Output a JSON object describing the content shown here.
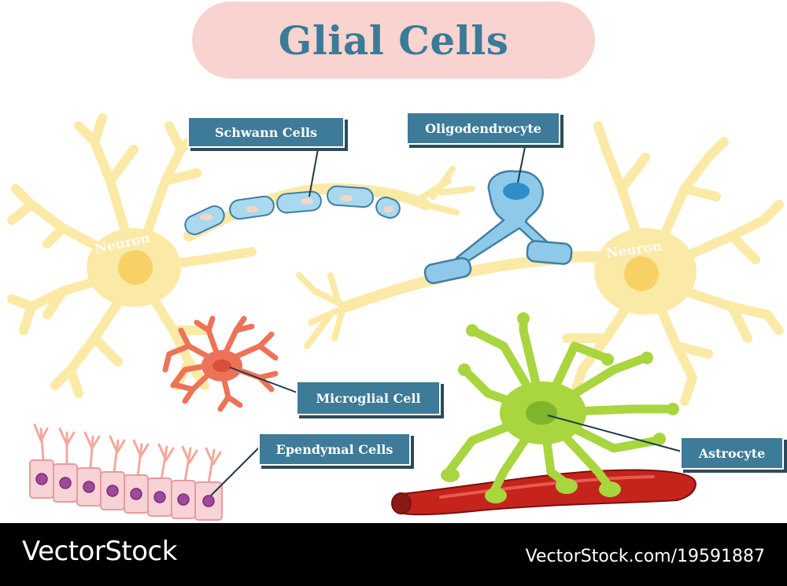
{
  "title": "Glial Cells",
  "labels": {
    "schwann": "Schwann Cells",
    "oligodendrocyte": "Oligodendrocyte",
    "microglial": "Microglial Cell",
    "ependymal": "Ependymal Cells",
    "astrocyte": "Astrocyte"
  },
  "neuron_labels": [
    "Neuron",
    "Neuron"
  ],
  "footer": {
    "brand": "VectorStock",
    "url": "VectorStock.com/19591887"
  },
  "colors": {
    "title_bg": "#f8d3cf",
    "title_text": "#3b7a98",
    "label_bg": "#3d7b98",
    "neuron": "#fbe9a6",
    "neuron_nucleus": "#f8d166",
    "schwann": "#a9d9ef",
    "oligodendrocyte": "#8ec9ea",
    "microglia": "#ec7358",
    "astrocyte": "#a9d53e",
    "blood_vessel": "#c5241d",
    "ependymal": "#f8d3d6",
    "ependymal_nucleus": "#a0489b"
  }
}
